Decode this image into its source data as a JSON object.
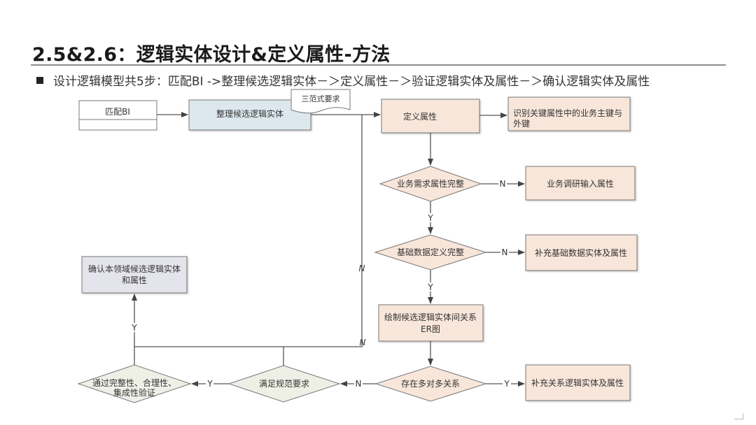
{
  "slide": {
    "title": "2.5&2.6：逻辑实体设计&定义属性-方法",
    "bullet": "设计逻辑模型共5步：匹配BI ->整理候选逻辑实体－＞定义属性－＞验证逻辑实体及属性－＞确认逻辑实体及属性"
  },
  "colors": {
    "peach_fill": "#f8e6da",
    "blue_fill": "#dde8ee",
    "gray_fill": "#e4e4ec",
    "green_fill": "#eef0e6",
    "line": "#555555"
  },
  "flowchart": {
    "nodes": {
      "match_bi": "匹配BI",
      "organize": "整理候选逻辑实体",
      "note": "三范式要求",
      "define_attr": "定义属性",
      "identify_keys_1": "识别关键属性中的业务主键与",
      "identify_keys_2": "外键",
      "biz_complete": "业务需求属性完整",
      "biz_research": "业务调研输入属性",
      "base_complete": "基础数据定义完整",
      "base_supplement": "补充基础数据实体及属性",
      "draw_er_1": "绘制候选逻辑实体间关系",
      "draw_er_2": "ER图",
      "many_to_many": "存在多对多关系",
      "supplement_rel": "补充关系逻辑实体及属性",
      "meet_spec": "满足规范要求",
      "pass_check_1": "通过完整性、合理性、",
      "pass_check_2": "集成性验证",
      "confirm_1": "确认本领域候选逻辑实体",
      "confirm_2": "和属性"
    },
    "edge_labels": {
      "yes": "Y",
      "no": "N"
    }
  }
}
